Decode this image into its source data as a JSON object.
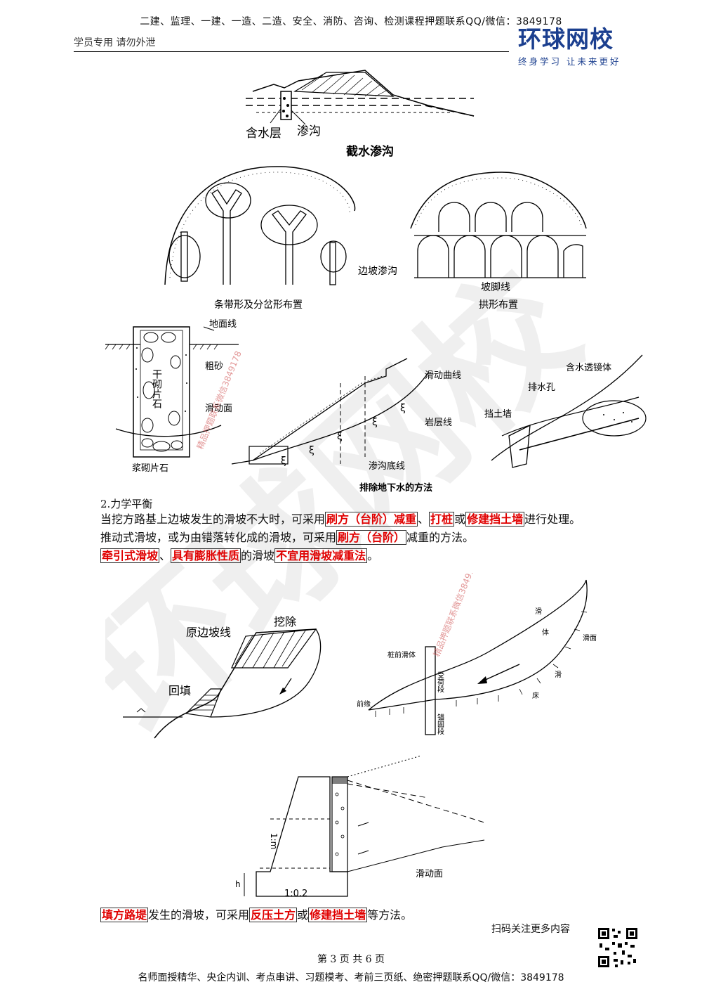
{
  "header": {
    "top_line": "二建、监理、一建、一造、二造、安全、消防、咨询、检测课程押题联系QQ/微信：3849178",
    "sub_line": "学员专用 请勿外泄",
    "brand_name": "环球网校",
    "brand_slogan": "终身学习 让未来更好"
  },
  "fig1": {
    "label_aquifer": "含水层",
    "label_ditch": "渗沟",
    "caption": "截水渗沟"
  },
  "fig2": {
    "caption_left": "条带形及分岔形布置",
    "label_middle": "边坡渗沟",
    "label_toe": "坡脚线",
    "caption_right": "拱形布置"
  },
  "fig3": {
    "label_ground": "地面线",
    "label_dry_stone": "干砌片石",
    "label_sand": "粗砂",
    "label_slip_surface": "滑动面",
    "label_mortar_stone": "浆砌片石",
    "label_slip_curve": "滑动曲线",
    "label_rock_layer": "岩层线",
    "label_ditch_bottom": "渗沟底线",
    "label_lens": "含水透镜体",
    "label_drain_hole": "排水孔",
    "label_retaining_wall": "挡土墙",
    "caption": "排除地下水的方法"
  },
  "watermarks": {
    "contact": "精品押题联系微信3849178",
    "big": "环球网校"
  },
  "section": {
    "title": "2.力学平衡"
  },
  "para1": {
    "t1": "当挖方路基上边坡发生的滑坡不大时，可采用",
    "h1": "刷方（台阶）减重",
    "t2": "、",
    "h2": "打桩",
    "t3": "或",
    "h3": "修建挡土墙",
    "t4": "进行处理。"
  },
  "para2": {
    "t1": "推动式滑坡，或为由错落转化成的滑坡，可采用",
    "h1": "刷方（台阶）",
    "t2": "减重的方法。"
  },
  "para3": {
    "h1": "牵引式滑坡",
    "t1": "、",
    "h2": "具有膨胀性质",
    "t2": "的滑坡",
    "h3": "不宜用滑坡减重法",
    "t3": "。"
  },
  "fig4": {
    "label_orig": "原边坡线",
    "label_remove": "挖除",
    "label_backfill": "回填"
  },
  "fig5": {
    "label_front_body": "桩前滑体",
    "label_load": "受荷段",
    "label_anchor": "锚固段",
    "label_front_edge": "前缘",
    "label_slide1": "滑",
    "label_body": "体",
    "label_slide2": "滑",
    "label_bed": "床",
    "label_slip_face": "滑面"
  },
  "fig6": {
    "label_ratio": "1:0.2",
    "label_h": "h",
    "label_m": "1:m",
    "label_slip": "滑动面"
  },
  "para4": {
    "h1": "填方路堤",
    "t1": "发生的滑坡，可采用",
    "h2": "反压土方",
    "t2": "或",
    "h3": "修建挡土墙",
    "t3": "等方法。"
  },
  "footer": {
    "qr_text": "扫码关注更多内容",
    "page_number": "第 3 页 共 6 页",
    "bottom_line": "名师面授精华、央企内训、考点串讲、习题模考、考前三页纸、绝密押题联系QQ/微信：3849178"
  }
}
